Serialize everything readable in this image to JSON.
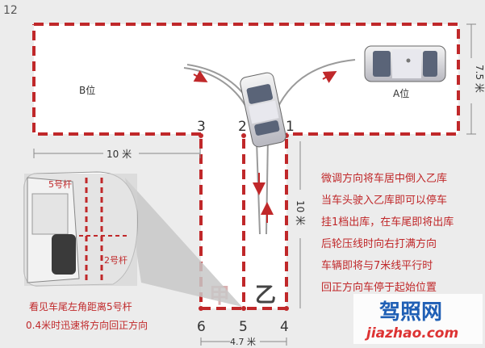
{
  "figure_number": "12",
  "bays": {
    "b_label": "B位",
    "a_label": "A位"
  },
  "points": [
    "1",
    "2",
    "3",
    "4",
    "5",
    "6"
  ],
  "dimensions": {
    "top_width": "10 米",
    "right_height": "7.5 米",
    "lane_length": "10 米",
    "lane_width": "4.7 米"
  },
  "garage_labels": {
    "left": "甲",
    "right": "乙"
  },
  "pole_labels": {
    "pole5": "5号杆",
    "pole2": "2号杆"
  },
  "instructions_right": [
    "微调方向将车居中倒入乙库",
    "当车头驶入乙库即可以停车",
    "挂1档出库，在车尾即将出库",
    "后轮压线时向右打满方向",
    "车辆即将与7米线平行时",
    "回正方向车停于起始位置"
  ],
  "instructions_left": [
    "看见车尾左角距离5号杆",
    "0.4米时迅速将方向回正方向"
  ],
  "watermark": {
    "chinese": "驾照网",
    "url": "jiazhao.com"
  },
  "colors": {
    "dash_red": "#c0282a",
    "text_red": "#c0282a",
    "arrow_red": "#c0282a",
    "blue_watermark": "#1f5fb5"
  }
}
